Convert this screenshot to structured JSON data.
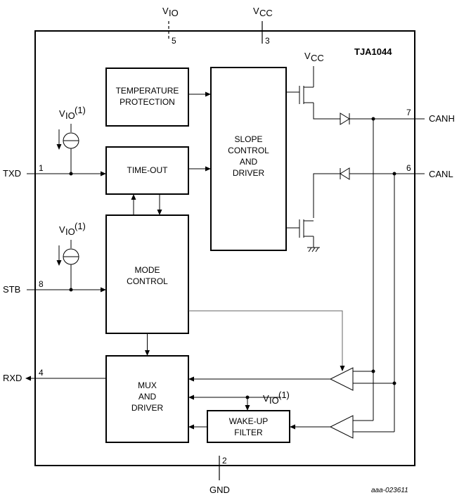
{
  "chip": {
    "name": "TJA1044"
  },
  "figure_id": "aaa-023611",
  "pins": {
    "vio": {
      "label": "V",
      "sub": "IO",
      "num": "5"
    },
    "vcc": {
      "label": "V",
      "sub": "CC",
      "num": "3"
    },
    "txd": {
      "label": "TXD",
      "num": "1"
    },
    "stb": {
      "label": "STB",
      "num": "8"
    },
    "rxd": {
      "label": "RXD",
      "num": "4"
    },
    "canh": {
      "label": "CANH",
      "num": "7"
    },
    "canl": {
      "label": "CANL",
      "num": "6"
    },
    "gnd": {
      "label": "GND",
      "num": "2"
    }
  },
  "blocks": {
    "temperature_protection": [
      "TEMPERATURE",
      "PROTECTION"
    ],
    "time_out": [
      "TIME-OUT"
    ],
    "slope_control": [
      "SLOPE",
      "CONTROL",
      "AND",
      "DRIVER"
    ],
    "mode_control": [
      "MODE",
      "CONTROL"
    ],
    "mux_driver": [
      "MUX",
      "AND",
      "DRIVER"
    ],
    "wake_up_filter": [
      "WAKE-UP",
      "FILTER"
    ]
  },
  "annotations": {
    "v_letter": "V",
    "vio_sub": "IO",
    "vcc_sub": "CC",
    "note_ref": "(1)"
  }
}
